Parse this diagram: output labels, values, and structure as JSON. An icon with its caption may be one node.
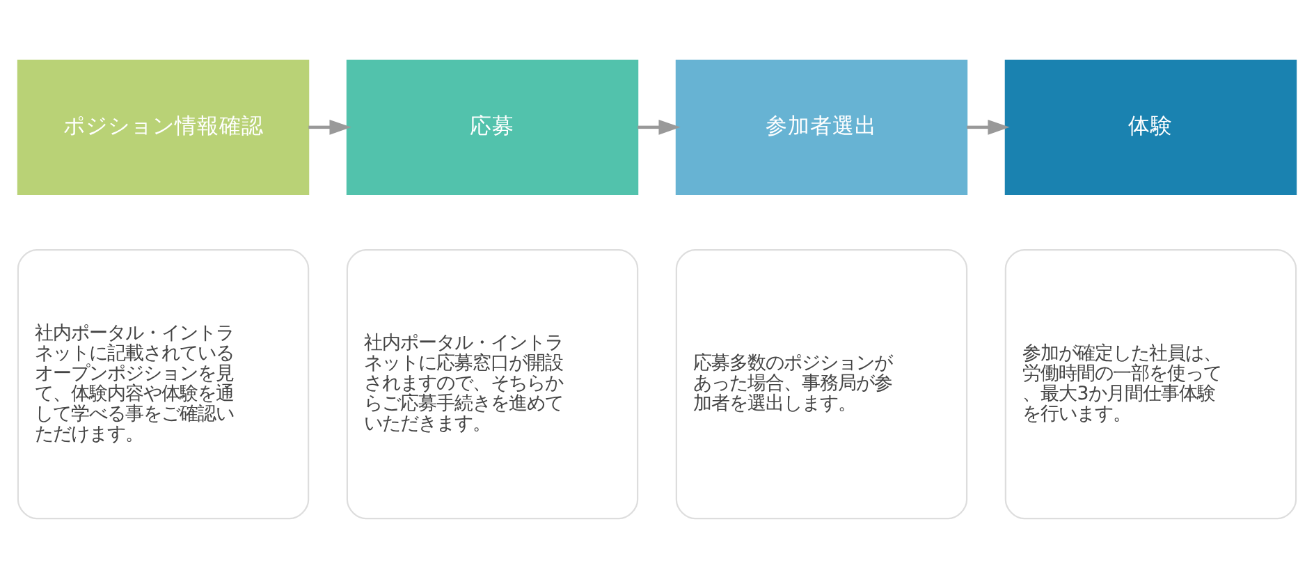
{
  "diagram": {
    "nodes": [
      {
        "text": [
          "ポジション情報確認"
        ]
      },
      {
        "text": [
          "応募"
        ]
      },
      {
        "text": [
          "参加者選出"
        ]
      },
      {
        "text": [
          "体験"
        ]
      },
      {
        "text": [
          "社内ポータル・イントラネットに記載されているオープンポジションを見て、体験内容や体験を通して学べる事をご確認いただけます。"
        ]
      },
      {
        "text": [
          "社内ポータル・イントラネットに応募窓口が開設されますので、そちらからご応募手続きを進めていただきます。"
        ]
      },
      {
        "text": [
          "応募多数のポジションがあった場合、事務局が参加者を選出します。"
        ]
      },
      {
        "text": [
          "参加が確定した社員は、労働時間の一部を使って、最大3か月間仕事体験を行います。"
        ]
      }
    ],
    "edges": [
      {
        "from": 0,
        "to": 1,
        "arrow": "to"
      },
      {
        "from": 1,
        "to": 2,
        "arrow": "to"
      },
      {
        "from": 2,
        "to": 3,
        "arrow": "to"
      }
    ]
  }
}
